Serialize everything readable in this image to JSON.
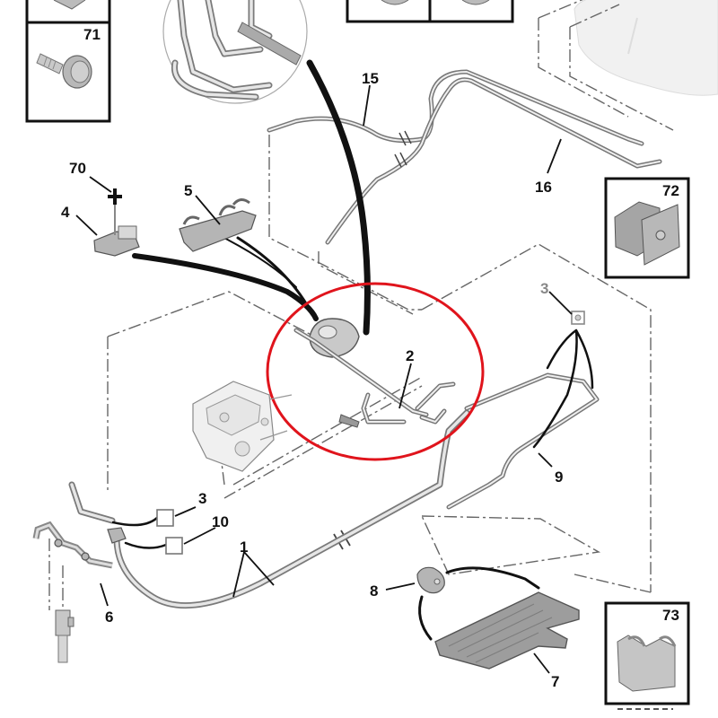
{
  "diagram": {
    "title": "Fuel line and injection wiring exploded parts diagram",
    "highlight_color": "#e0141c",
    "callouts": [
      {
        "id": "1",
        "text": "1",
        "part": "fuel-pipe-assembly"
      },
      {
        "id": "2",
        "text": "2",
        "part": "injector-wiring-harness"
      },
      {
        "id": "3a",
        "text": "3",
        "part": "connector-clip-lower"
      },
      {
        "id": "3b",
        "text": "3",
        "part": "connector-clip-right"
      },
      {
        "id": "4",
        "text": "4",
        "part": "harness-clip"
      },
      {
        "id": "5",
        "text": "5",
        "part": "pipe-bracket"
      },
      {
        "id": "6",
        "text": "6",
        "part": "injector-return-pipe"
      },
      {
        "id": "7",
        "text": "7",
        "part": "under-tray-shield"
      },
      {
        "id": "8",
        "text": "8",
        "part": "grommet"
      },
      {
        "id": "9",
        "text": "9",
        "part": "return-pipe"
      },
      {
        "id": "10",
        "text": "10",
        "part": "connector-clip"
      },
      {
        "id": "15",
        "text": "15",
        "part": "supply-pipe"
      },
      {
        "id": "16",
        "text": "16",
        "part": "tank-pipe"
      },
      {
        "id": "70",
        "text": "70",
        "part": "fastener-pin"
      }
    ],
    "inset_boxes": [
      {
        "id": "71",
        "text": "71",
        "part": "bolt"
      },
      {
        "id": "72",
        "text": "72",
        "part": "square-nut-clip"
      },
      {
        "id": "73",
        "text": "73",
        "part": "double-pipe-clip"
      }
    ]
  }
}
